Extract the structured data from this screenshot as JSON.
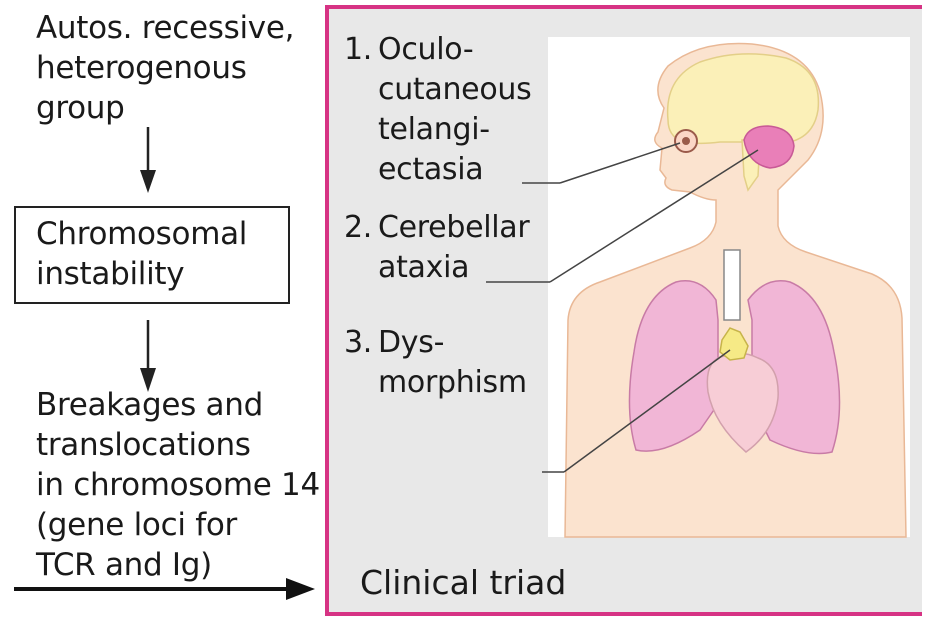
{
  "flow": {
    "step1": "Autos. recessive,\nheterogenous\ngroup",
    "step2": "Chromosomal\ninstability",
    "step3": "Breakages and\ntranslocations\nin chromosome 14\n(gene loci for\nTCR and Ig)"
  },
  "panel": {
    "title": "Clinical triad",
    "items": [
      {
        "num": "1.",
        "text": "Oculo-\ncutaneous\ntelangi-\nectasia"
      },
      {
        "num": "2.",
        "text": "Cerebellar\nataxia"
      },
      {
        "num": "3.",
        "text": "Dys-\nmorphism"
      }
    ]
  },
  "colors": {
    "panel_border": "#d63384",
    "panel_bg": "#e8e8e8",
    "skin": "#fbe3cf",
    "brain": "#fbf0b8",
    "cerebellum": "#e97fb8",
    "lung": "#f1b6d6"
  }
}
